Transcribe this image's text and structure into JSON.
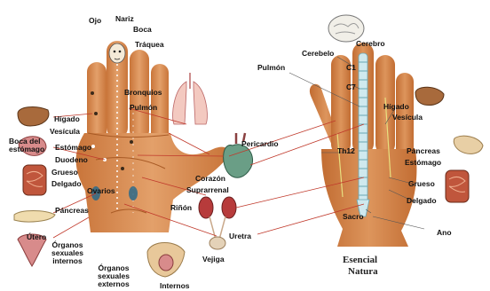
{
  "left_labels": {
    "ojo": "Ojo",
    "nariz": "Nariz",
    "boca": "Boca",
    "traquea": "Tráquea",
    "bronquios": "Bronquios",
    "pulmon": "Pulmón",
    "higado": "Hígado",
    "vesicula": "Vesícula",
    "boca_estomago": "Boca del\nestómago",
    "estomago": "Estómago",
    "duodeno": "Duodeno",
    "grueso": "Grueso",
    "delgado": "Delgado",
    "ovarios": "Ovarios",
    "pancreas": "Páncreas",
    "utero": "Útero",
    "organos_internos": "Órganos\nsexuales\ninternos",
    "organos_externos": "Órganos\nsexuales\nexternos",
    "internos": "Internos"
  },
  "center_labels": {
    "pericardio": "Pericardio",
    "corazon": "Corazón",
    "suprarrenal": "Suprarrenal",
    "rinon": "Riñón",
    "uretra": "Uretra",
    "vejiga": "Vejiga"
  },
  "right_labels": {
    "cerebro": "Cerebro",
    "cerebelo": "Cerebelo",
    "pulmon": "Pulmón",
    "c1": "C1",
    "c7": "C7",
    "higado": "Hígado",
    "vesicula": "Vesícula",
    "pancreas": "Páncreas",
    "estomago": "Estómago",
    "th12": "Th12",
    "grueso": "Grueso",
    "delgado": "Delgado",
    "sacro": "Sacro",
    "ano": "Ano"
  },
  "brand": {
    "line1": "Esencial",
    "line2": "Natura"
  },
  "colors": {
    "skin": "#d9894f",
    "skin_dark": "#b8682f",
    "leader": "#c0392b",
    "spine": "#a8d8e0"
  },
  "icons": [
    "brain-icon",
    "lungs-icon",
    "heart-icon",
    "kidneys-icon",
    "bladder-icon",
    "liver-icon",
    "stomach-icon",
    "intestine-icon",
    "pancreas-icon",
    "uterus-icon",
    "pelvis-icon",
    "face-icon"
  ]
}
